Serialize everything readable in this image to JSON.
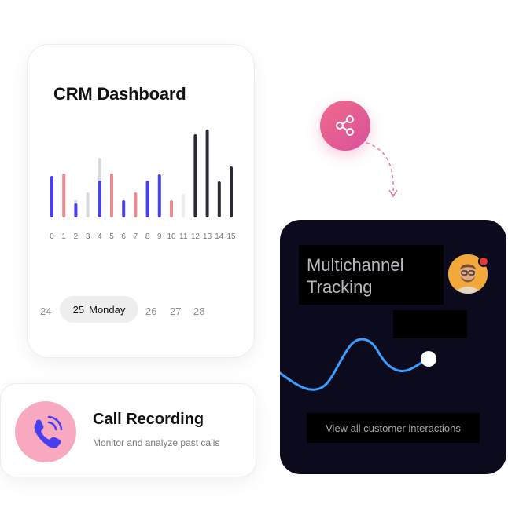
{
  "crm": {
    "title": "CRM Dashboard",
    "chart_data": {
      "type": "bar",
      "categories": [
        "0",
        "1",
        "2",
        "3",
        "4",
        "5",
        "6",
        "7",
        "8",
        "9",
        "10",
        "11",
        "12",
        "13",
        "14",
        "15"
      ],
      "values": [
        53,
        56,
        18,
        32,
        47,
        56,
        22,
        32,
        47,
        55,
        22,
        30,
        106,
        112,
        46,
        65
      ],
      "background_values": [
        53,
        0,
        22,
        0,
        76,
        0,
        0,
        0,
        0,
        0,
        0,
        0,
        0,
        0,
        0,
        0
      ],
      "colors": [
        "#4a3ff0",
        "#ee8a8f",
        "#4a3ff0",
        "#d9d9dc",
        "#4a3ff0",
        "#ee8a8f",
        "#4a3ff0",
        "#ee8a8f",
        "#4a3ff0",
        "#4a3ff0",
        "#ee8a8f",
        "#ededee",
        "#2a2a36",
        "#2a2a36",
        "#2a2a36",
        "#2a2a36"
      ],
      "background_color": "#d9d9dc",
      "ylim": [
        0,
        120
      ],
      "grid": false,
      "legend": "none"
    },
    "dates": {
      "d24": "24",
      "active_num": "25",
      "active_day": "Monday",
      "d26": "26",
      "d27": "27",
      "d28": "28"
    }
  },
  "call": {
    "title": "Call Recording",
    "subtitle": "Monitor and analyze past calls",
    "icon": "phone-icon",
    "icon_bg": "#f8a9c0",
    "icon_color": "#4a3ff0"
  },
  "share": {
    "icon": "share-icon"
  },
  "multichannel": {
    "title_line1": "Multichannel",
    "title_line2": "Tracking",
    "cta": "View all customer interactions",
    "wave_color": "#3b9eff",
    "card_bg": "#0c0b1e"
  }
}
